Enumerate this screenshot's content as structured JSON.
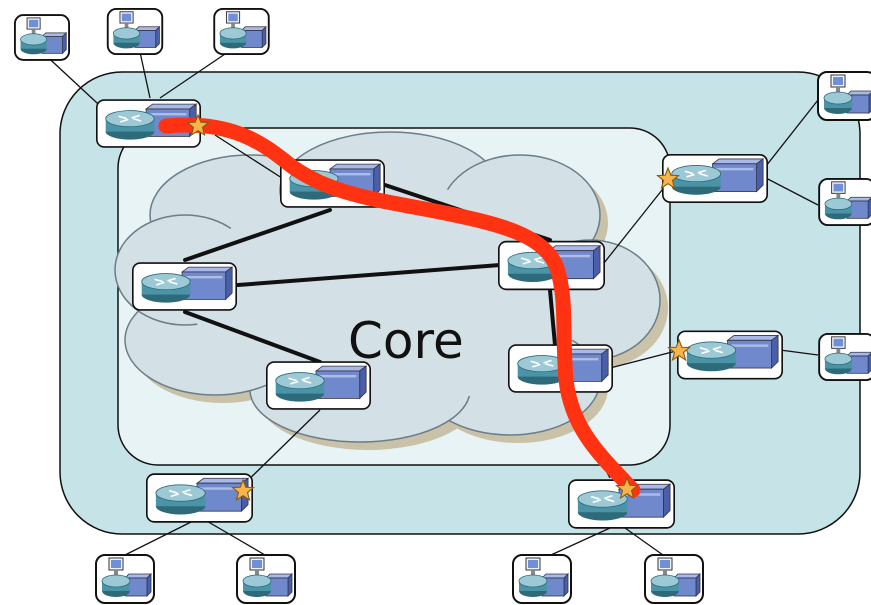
{
  "diagram": {
    "core_label": "Core",
    "colors": {
      "outer_region": "#c6e3e8",
      "inner_region": "#e8f3f5",
      "cloud": "#d3e0e6",
      "path": "#ff3311",
      "router": "#3f8a9c",
      "switch_body": "#6f86c8",
      "star": "#f6b44a"
    },
    "edge_routers": [
      "r-tl",
      "r-right-top",
      "r-right-mid",
      "r-bot-left",
      "r-bot-right"
    ],
    "core_routers": [
      "c1",
      "c2",
      "c3",
      "c4",
      "c5",
      "c6"
    ],
    "hosts": [
      "h-tl1",
      "h-tl2",
      "h-tl3",
      "h-rt1",
      "h-rt2",
      "h-rm",
      "h-bl1",
      "h-bl2",
      "h-br1",
      "h-br2"
    ],
    "highlighted_path": [
      "r-tl",
      "c1",
      "c4",
      "c6",
      "r-bot-right"
    ],
    "icons": {
      "router": "router-switch-icon",
      "host": "workstation-icon",
      "ingress_marker": "star-icon"
    }
  }
}
